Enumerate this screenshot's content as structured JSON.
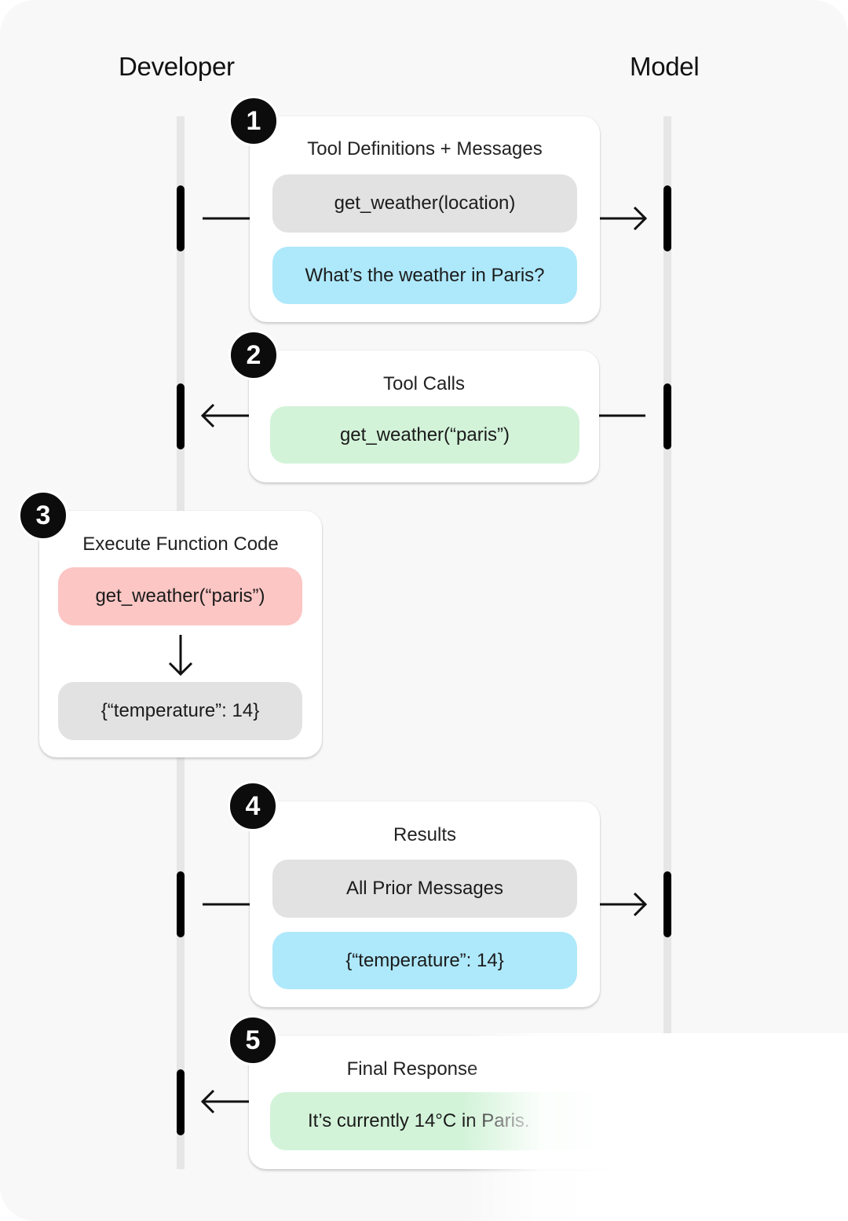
{
  "columns": {
    "developer": "Developer",
    "model": "Model"
  },
  "steps": [
    {
      "number": "1",
      "title": "Tool Definitions + Messages",
      "pills": [
        "get_weather(location)",
        "What’s the weather in Paris?"
      ]
    },
    {
      "number": "2",
      "title": "Tool Calls",
      "pills": [
        "get_weather(“paris”)"
      ]
    },
    {
      "number": "3",
      "title": "Execute Function Code",
      "pills": [
        "get_weather(“paris”)",
        "{“temperature”: 14}"
      ]
    },
    {
      "number": "4",
      "title": "Results",
      "pills": [
        "All Prior Messages",
        "{“temperature”: 14}"
      ]
    },
    {
      "number": "5",
      "title": "Final Response",
      "pills": [
        "It’s currently 14°C in Paris."
      ]
    }
  ],
  "colors": {
    "gray_pill": "#e2e2e2",
    "blue_pill": "#aee8fb",
    "green_pill": "#d3f3d9",
    "red_pill": "#fbc6c4",
    "badge": "#0c0c0c"
  },
  "icons": {
    "arrow_right": "arrow-right-icon",
    "arrow_left": "arrow-left-icon",
    "arrow_down": "arrow-down-icon"
  }
}
